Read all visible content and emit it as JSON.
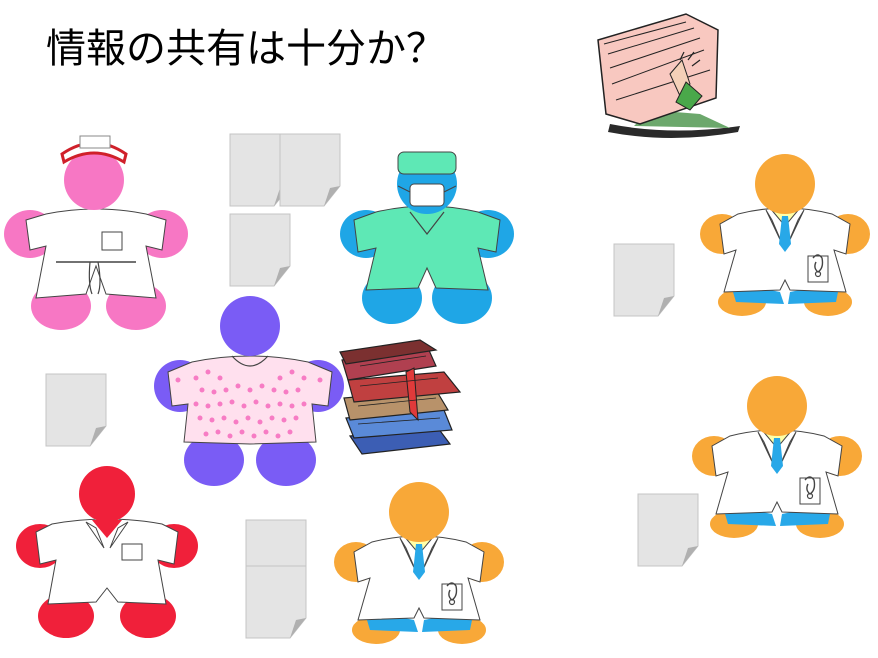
{
  "slide": {
    "title": "情報の共有は十分か？"
  },
  "figures": {
    "nurse": {
      "role": "nurse",
      "head": "#f777c4",
      "arms": "#f777c4",
      "legs": "#f777c4"
    },
    "surgeon": {
      "role": "surgeon",
      "head": "#1fa6e6",
      "garb": "#5ee8b5",
      "arms": "#1fa6e6",
      "legs": "#1fa6e6"
    },
    "patient": {
      "role": "patient",
      "head": "#7a5cf5",
      "gown": "#ffe0ee",
      "dots": "#f77cc4"
    },
    "staff": {
      "role": "staff",
      "head": "#f0203a"
    },
    "doctors": [
      {
        "role": "doctor"
      },
      {
        "role": "doctor"
      },
      {
        "role": "doctor"
      }
    ]
  },
  "colors": {
    "doctor_skin": "#f8a838",
    "doctor_shorts": "#28a8e8",
    "coat": "#ffffff",
    "tie": "#28a8e8",
    "collar": "#ffffa8",
    "document": "#e6e6e6"
  },
  "decorations": {
    "icons": [
      "documents-icon",
      "book-stack-icon",
      "overwhelmed-with-papers-icon"
    ]
  }
}
